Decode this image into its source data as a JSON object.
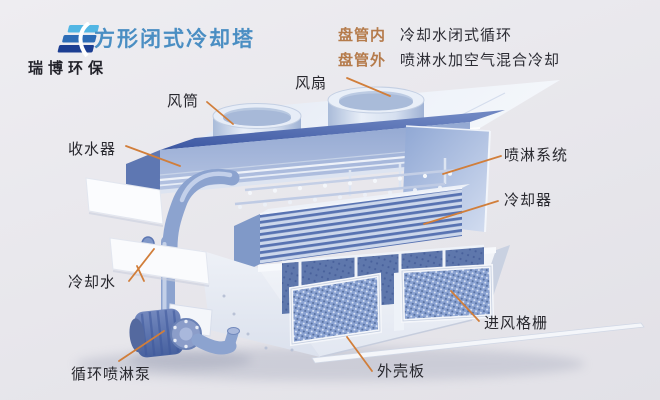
{
  "brand": {
    "name": "瑞博环保"
  },
  "title": "方形闭式冷却塔",
  "legend": [
    {
      "key": "盘管内",
      "value": "冷却水闭式循环"
    },
    {
      "key": "盘管外",
      "value": "喷淋水加空气混合冷却"
    }
  ],
  "parts": [
    {
      "id": "fan-duct",
      "label": "风筒"
    },
    {
      "id": "fan",
      "label": "风扇"
    },
    {
      "id": "water-collector",
      "label": "收水器"
    },
    {
      "id": "spray-system",
      "label": "喷淋系统"
    },
    {
      "id": "cooler",
      "label": "冷却器"
    },
    {
      "id": "cooling-water",
      "label": "冷却水"
    },
    {
      "id": "air-inlet-grille",
      "label": "进风格栅"
    },
    {
      "id": "shell-plate",
      "label": "外壳板"
    },
    {
      "id": "circulating-spray-pump",
      "label": "循环喷淋泵"
    }
  ],
  "colors": {
    "leader_orange": "#d17e3a",
    "title_blue": "#4a8ec3",
    "legend_key_orange": "#b57b4b",
    "label_text": "#28282e",
    "collector_blue": "#41539f",
    "coil_fin_blue": "#5873b2",
    "grille_blue": "#8aa2d2",
    "background": "#e8e7ec"
  }
}
